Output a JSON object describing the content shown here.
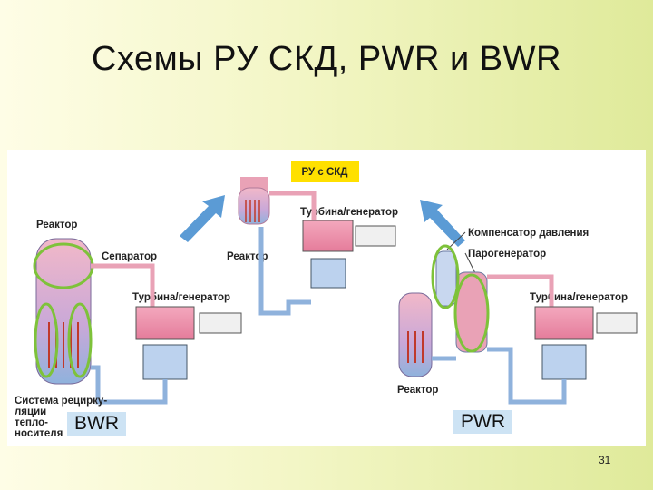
{
  "slide": {
    "title": "Схемы РУ СКД, PWR и BWR",
    "page_number": "31"
  },
  "skd": {
    "label": "РУ с СКД",
    "reactor": "Реактор",
    "turbine": "Турбина/генератор"
  },
  "bwr": {
    "tag": "BWR",
    "reactor": "Реактор",
    "separator": "Сепаратор",
    "turbine": "Турбина/генератор",
    "recirc_line1": "Система рецирку-",
    "recirc_line2": "ляции",
    "recirc_line3": "тепло-",
    "recirc_line4": "носителя"
  },
  "pwr": {
    "tag": "PWR",
    "pressurizer": "Компенсатор давления",
    "steam_generator": "Парогенератор",
    "turbine": "Турбина/генератор",
    "reactor": "Реактор"
  },
  "colors": {
    "hot": "#e8a0b4",
    "cold": "#8fb2dc",
    "accent_yellow": "#ffe000",
    "highlight_ring": "#7ec23a",
    "arrow": "#5b9bd5"
  }
}
